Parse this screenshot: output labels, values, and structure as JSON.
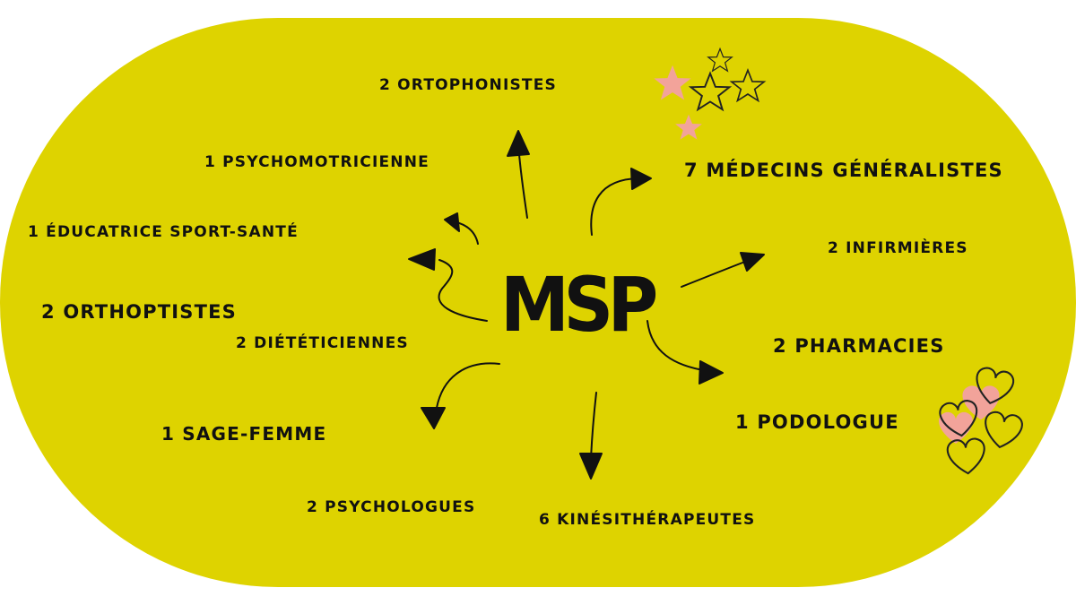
{
  "center": {
    "label": "MSP"
  },
  "nodes": [
    {
      "id": "ortophonistes",
      "label": "2 ortophonistes"
    },
    {
      "id": "psychomotricienne",
      "label": "1 psychomotricienne"
    },
    {
      "id": "medecins",
      "label": "7 médecins généralistes"
    },
    {
      "id": "educatrice",
      "label": "1 éducatrice sport-santé"
    },
    {
      "id": "infirmieres",
      "label": "2 infirmières"
    },
    {
      "id": "orthoptistes",
      "label": "2 orthoptistes"
    },
    {
      "id": "pharmacies",
      "label": "2 pharmacies"
    },
    {
      "id": "dieteticiennes",
      "label": "2 diététiciennes"
    },
    {
      "id": "podologue",
      "label": "1 podologue"
    },
    {
      "id": "sage-femme",
      "label": "1 sage-femme"
    },
    {
      "id": "psychologues",
      "label": "2 psychologues"
    },
    {
      "id": "kinesitherapeutes",
      "label": "6 kinésithérapeutes"
    }
  ],
  "colors": {
    "background": "#ded300",
    "text": "#111111",
    "accent": "#f2a39a"
  },
  "decorations": [
    "star-icon",
    "heart-icon"
  ]
}
